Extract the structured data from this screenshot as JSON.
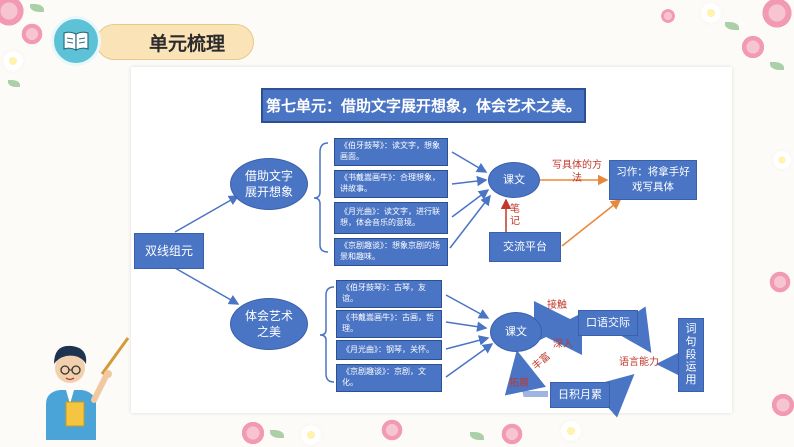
{
  "header": {
    "title": "单元梳理",
    "icon": "book-icon"
  },
  "diagram": {
    "unit_title": "第七单元：借助文字展开想象，体会艺术之美。",
    "root": "双线组元",
    "branch_top": "借助文字展开想象",
    "branch_bottom": "体会艺术之美",
    "top_items": [
      "《伯牙鼓琴》：读文字，想象画面。",
      "《书戴嵩画牛》：合理想象，讲故事。",
      "《月光曲》：读文字，进行联想，体会音乐的意境。",
      "《京剧趣谈》：想象京剧的场景和趣味。"
    ],
    "bottom_items": [
      "《伯牙鼓琴》：古琴，友谊。",
      "《书戴嵩画牛》：古画，哲理。",
      "《月光曲》：钢琴，关怀。",
      "《京剧趣谈》：京剧，文化。"
    ],
    "kewen_top": "课文",
    "kewen_bottom": "课文",
    "writing_method": "写具体的方法",
    "exercise": "习作：将拿手好戏写具体",
    "notes": "笔记",
    "exchange": "交流平台",
    "jiechu": "接触",
    "shenru": "深入",
    "kouyu": "口语交际",
    "fengfu": "丰富",
    "tuozhan": "拓展",
    "yuyan": "语言能力",
    "riji": "日积月累",
    "cijuduan": "词句段运用"
  },
  "colors": {
    "node": "#4a74c4",
    "accent_red": "#c0392b",
    "arrow_orange": "#e8883a",
    "pill": "#fbe3b8",
    "badge": "#5ec2d6"
  }
}
